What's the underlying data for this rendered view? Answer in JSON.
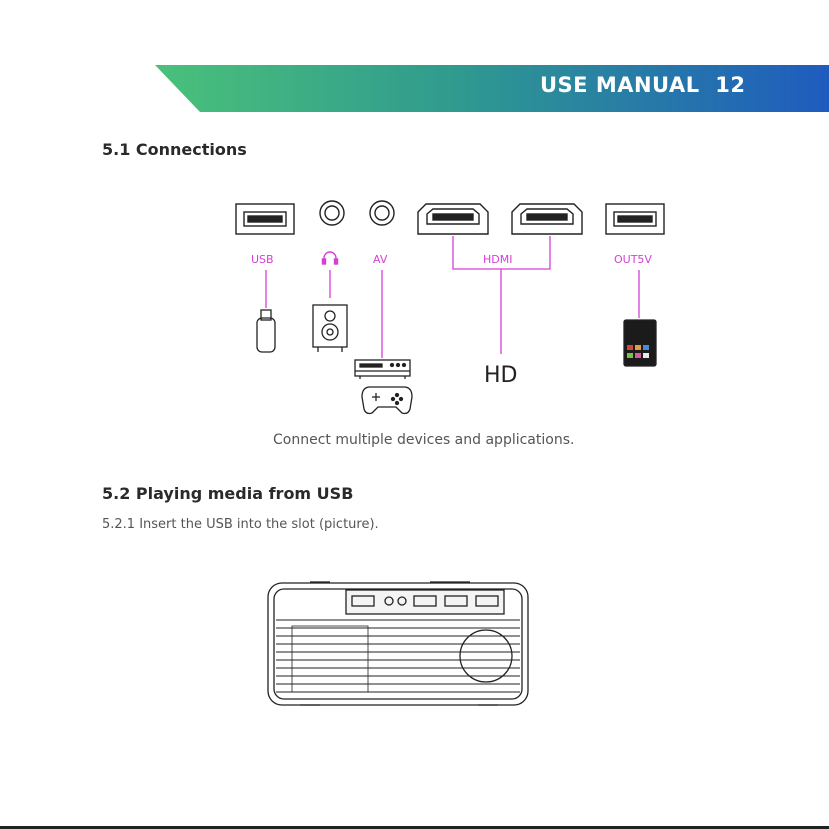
{
  "header": {
    "title": "USE MANUAL",
    "page_number": "12",
    "gradient_start": "#4ac17a",
    "gradient_end": "#1f5bbf"
  },
  "section_1": {
    "heading": "5.1 Connections",
    "ports": {
      "usb": "USB",
      "av": "AV",
      "hdmi": "HDMI",
      "out5v": "OUT5V"
    },
    "hd_mark": "HD",
    "caption": "Connect multiple devices and applications."
  },
  "section_2": {
    "heading": "5.2 Playing media from USB",
    "step_text": "5.2.1 Insert the USB into the slot (picture)."
  },
  "colors": {
    "label_magenta": "#d63fd6",
    "line_color": "#222222"
  },
  "icons": [
    "usb-port-icon",
    "audio-jack-icon",
    "av-jack-icon",
    "hdmi-port-icon",
    "out5v-port-icon",
    "headphone-icon",
    "usb-stick-icon",
    "speaker-icon",
    "dvd-player-icon",
    "gamepad-icon",
    "tablet-icon",
    "projector-icon"
  ]
}
